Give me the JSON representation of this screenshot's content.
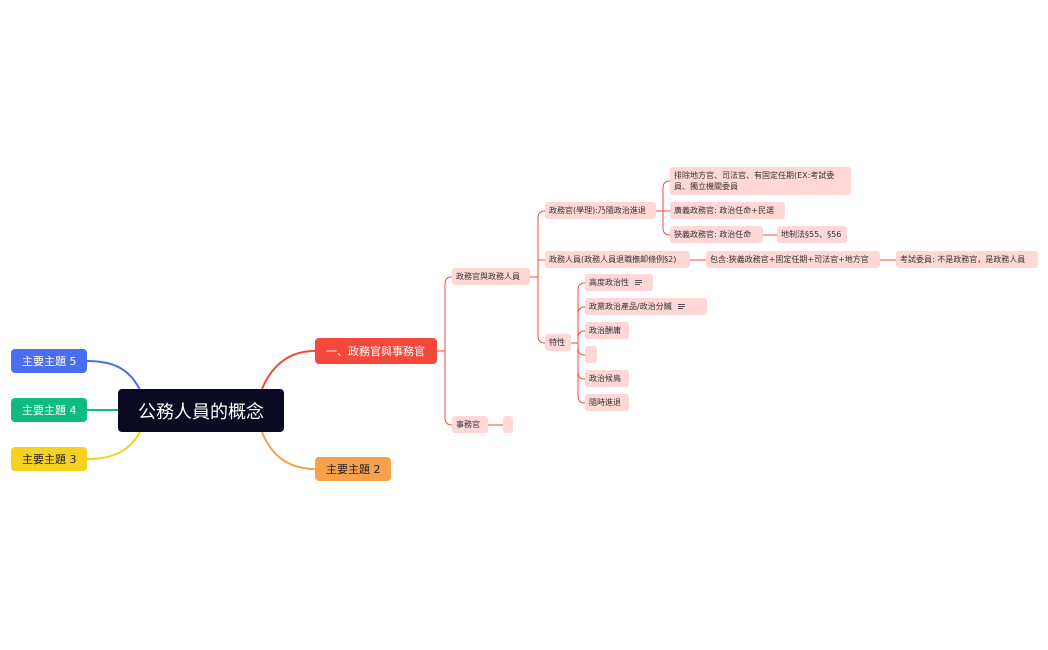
{
  "central": "公務人員的概念",
  "main_topics": {
    "t5": "主要主題 5",
    "t4": "主要主題 4",
    "t3": "主要主題 3",
    "t2": "主要主題 2",
    "t1": "一、政務官與事務官"
  },
  "branch1": {
    "political_and_civil": "政務官與政務人員",
    "political_officer": "政務官(學理):乃隨政治進退",
    "exclude": "排除地方官、司法官、有固定任期(EX:考試委員、獨立機關委員",
    "broad": "廣義政務官: 政治任命+民選",
    "narrow": "狹義政務官: 政治任命",
    "local_law": "地制法§55、§56",
    "political_personnel": "政務人員(政務人員退職撫卹條例§2)",
    "includes": "包含:狹義政務官+固定任期+司法官+地方官",
    "exam_member": "考試委員: 不是政務官，是政務人員",
    "features": "特性",
    "f1": "高度政治性",
    "f2": "政黨政治產品/政治分贓",
    "f3": "政治酬庸",
    "f4": "",
    "f5": "政治候鳥",
    "f6": "隨時進退",
    "civil_servant": "事務官",
    "civil_empty": ""
  },
  "colors": {
    "central_bg": "#0a0a23",
    "topic5": "#4a6ef0",
    "topic4": "#0fbb7f",
    "topic3": "#f5d21f",
    "topic2": "#f7a14a",
    "topic1": "#f4483c",
    "subtopic_bg": "#ffd8d6"
  },
  "icons": {
    "note": "notes-lines-icon"
  }
}
